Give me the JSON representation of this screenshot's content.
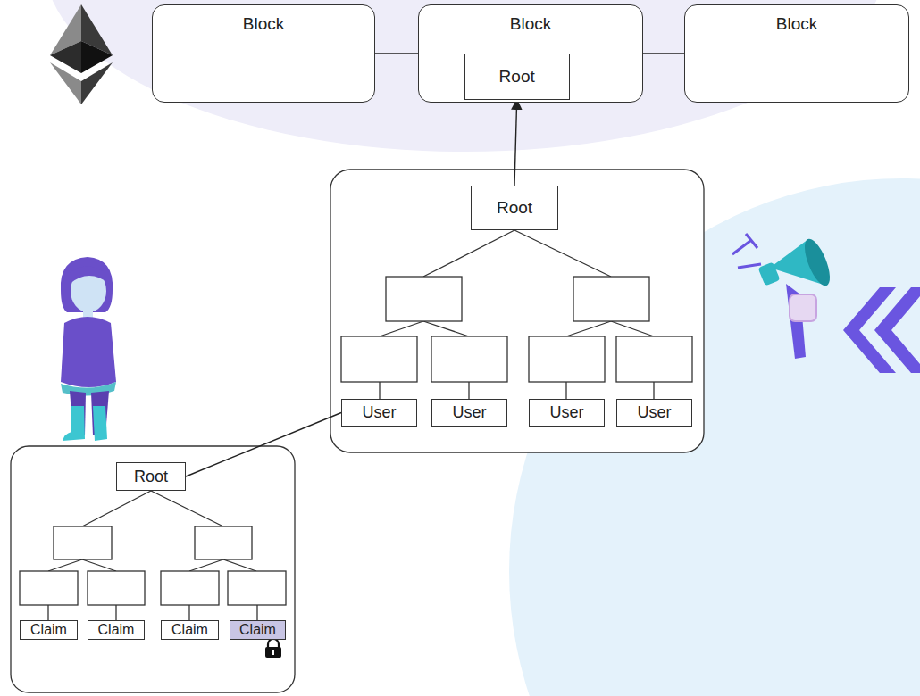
{
  "diagram": {
    "nodes": [
      {
        "text": [
          "Block"
        ]
      },
      {
        "text": [
          "Block"
        ]
      },
      {
        "text": [
          "Block"
        ]
      },
      {
        "text": [
          "Root"
        ],
        "in": 1
      },
      {
        "text": [
          "Root"
        ]
      },
      {
        "text": [
          "User"
        ]
      },
      {
        "text": [
          "User"
        ]
      },
      {
        "text": [
          "User"
        ]
      },
      {
        "text": [
          "User"
        ]
      },
      {
        "text": [
          "Root"
        ]
      },
      {
        "text": [
          "Claim"
        ]
      },
      {
        "text": [
          "Claim"
        ]
      },
      {
        "text": [
          "Claim"
        ]
      },
      {
        "text": [
          "Claim"
        ]
      }
    ],
    "edges": [
      {
        "from": 0,
        "to": 1,
        "arrow": "none"
      },
      {
        "from": 1,
        "to": 2,
        "arrow": "none"
      },
      {
        "from": 4,
        "to": 3,
        "arrow": "to"
      },
      {
        "from": 5,
        "to": 9,
        "arrow": "none"
      }
    ]
  }
}
